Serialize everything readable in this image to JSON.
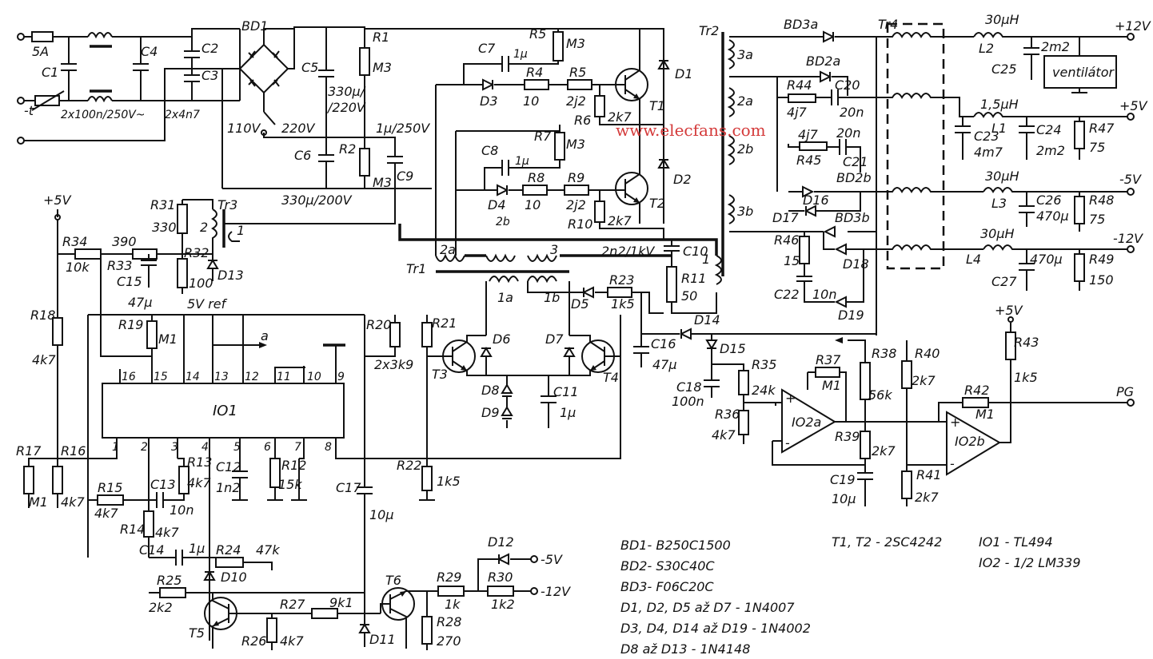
{
  "watermark": "www.elecfans.com",
  "components": {
    "fuse": "5A",
    "c1": "C1",
    "c2": "C2",
    "c3": "C3",
    "c4": "C4",
    "c_filter_val": "2x100n/250V~",
    "c_y_val": "2x4n7",
    "bd1": "BD1",
    "c5": "C5",
    "c5_val": "330μ/",
    "c5_val2": "/220V",
    "c6": "C6",
    "c6_val": "330μ/200V",
    "v110": "110V",
    "v220": "220V",
    "r1": "R1",
    "r1_val": "M3",
    "r2": "R2",
    "r2_val": "M3",
    "c9_val": "1μ/250V",
    "c9": "C9",
    "c7": "C7",
    "c7_val": "1μ",
    "r5_top": "R5",
    "r5_top_val": "M3",
    "d3": "D3",
    "r4": "R4",
    "r4_val": "10",
    "r5": "R5",
    "r5_val": "2j2",
    "t1": "T1",
    "r6": "R6",
    "r6_val": "2k7",
    "d1": "D1",
    "c8": "C8",
    "c8_val": "1μ",
    "r7": "R7",
    "r7_val": "M3",
    "d4": "D4",
    "r8": "R8",
    "r8_val": "10",
    "r9": "R9",
    "r9_val": "2j2",
    "t2": "T2",
    "r10": "R10",
    "r10_val": "2k7",
    "d2": "D2",
    "tr1": "Tr1",
    "tr1_2a": "2a",
    "tr1_2b": "2b",
    "tr1_3": "3",
    "tr1_1": "1",
    "c10_val": "2n2/1kV",
    "c10": "C10",
    "r11": "R11",
    "r11_val": "50",
    "tr2": "Tr2",
    "w3a": "3a",
    "w2a": "2a",
    "w2b": "2b",
    "w3b": "3b",
    "bd3a": "BD3a",
    "bd2a": "BD2a",
    "bd2b": "BD2b",
    "bd3b": "BD3b",
    "tr4": "Tr4",
    "r44": "R44",
    "r44_val": "4j7",
    "c20": "C20",
    "c20_val": "20n",
    "r45": "R45",
    "r45_val": "4j7",
    "c21": "C21",
    "c21_val": "20n",
    "d16": "D16",
    "d17": "D17",
    "d18": "D18",
    "d19": "D19",
    "r46": "R46",
    "r46_val": "15",
    "c22": "C22",
    "c22_val": "10n",
    "l2_val": "30μH",
    "l2": "L2",
    "c25": "C25",
    "c25_val": "2m2",
    "fan": "ventilátor",
    "l1_val": "1,5μH",
    "l1": "L1",
    "c23": "C23",
    "c23_val": "4m7",
    "c24": "C24",
    "c24_val": "2m2",
    "r47": "R47",
    "r47_val": "75",
    "l3_val": "30μH",
    "l3": "L3",
    "c26": "C26",
    "c26_val": "470μ",
    "r48": "R48",
    "r48_val": "75",
    "l4_val": "30μH",
    "l4": "L4",
    "c27": "C27",
    "c27_val": "470μ",
    "r49": "R49",
    "r49_val": "150",
    "out_p12": "+12V",
    "out_p5": "+5V",
    "out_m5": "-5V",
    "out_m12": "-12V",
    "vcc5": "+5V",
    "r34": "R34",
    "r34_val": "10k",
    "r33_val": "390",
    "r33": "R33",
    "r31": "R31",
    "r31_val": "330",
    "tr3": "Tr3",
    "tr3_2": "2",
    "tr3_1": "1",
    "r32": "R32",
    "r32_val": "100",
    "d13": "D13",
    "c15": "C15",
    "c15_val": "47μ",
    "vref": "5V ref",
    "r18": "R18",
    "r18_val": "4k7",
    "r19": "R19",
    "r19_val": "M1",
    "io1": "IO1",
    "node_a": "a",
    "r20": "R20",
    "r21": "R21",
    "r20_val": "2x3k9",
    "t3": "T3",
    "d6": "D6",
    "d7": "D7",
    "t4": "T4",
    "d8": "D8",
    "d9": "D9",
    "c11": "C11",
    "c11_val": "1μ",
    "w1a": "1a",
    "w1b": "1b",
    "d5": "D5",
    "r23": "R23",
    "r23_val": "1k5",
    "c16": "C16",
    "c16_val": "47μ",
    "d14": "D14",
    "d15": "D15",
    "c18": "C18",
    "c18_val": "100n",
    "r35": "R35",
    "r35_val": "24k",
    "r36": "R36",
    "r36_val": "4k7",
    "r37": "R37",
    "r37_val": "M1",
    "io2a": "IO2a",
    "io2b": "IO2b",
    "r38": "R38",
    "r38_val": "56k",
    "r39": "R39",
    "r39_val": "2k7",
    "c19": "C19",
    "c19_val": "10μ",
    "r40": "R40",
    "r40_val": "2k7",
    "r41": "R41",
    "r41_val": "2k7",
    "r42": "R42",
    "r42_val": "M1",
    "r43": "R43",
    "r43_val": "1k5",
    "vcc5b": "+5V",
    "pg": "PG",
    "r17": "R17",
    "r17_val": "M1",
    "r16": "R16",
    "r16_val": "4k7",
    "r15": "R15",
    "r15_val": "4k7",
    "r14": "R14",
    "r14_val": "4k7",
    "c13": "C13",
    "c13_val": "10n",
    "r13": "R13",
    "r13_val": "4k7",
    "c12": "C12",
    "c12_val": "1n2",
    "r12": "R12",
    "r12_val": "15k",
    "r22": "R22",
    "r22_val": "1k5",
    "c17": "C17",
    "c17_val": "10μ",
    "c14": "C14",
    "c14_val": "1μ",
    "r24": "R24",
    "r24_val": "47k",
    "d10": "D10",
    "r25": "R25",
    "r25_val": "2k2",
    "t5": "T5",
    "r26": "R26",
    "r26_val": "4k7",
    "r27": "R27",
    "r27_val": "9k1",
    "d11": "D11",
    "t6": "T6",
    "r29": "R29",
    "r29_val": "1k",
    "r30": "R30",
    "r30_val": "1k2",
    "r28": "R28",
    "r28_val": "270",
    "d12": "D12",
    "in_m5": "-5V",
    "in_m12": "-12V"
  },
  "pins": {
    "p1": "1",
    "p2": "2",
    "p3": "3",
    "p4": "4",
    "p5": "5",
    "p6": "6",
    "p7": "7",
    "p8": "8",
    "p9": "9",
    "p10": "10",
    "p11": "11",
    "p12": "12",
    "p13": "13",
    "p14": "14",
    "p15": "15",
    "p16": "16"
  },
  "legend": {
    "bd1": "BD1- B250C1500",
    "bd2": "BD2- S30C40C",
    "bd3": "BD3- F06C20C",
    "d_a": "D1, D2, D5 až D7 - 1N4007",
    "d_b": "D3, D4, D14 až D19 - 1N4002",
    "d_c": "D8 až D13 - 1N4148",
    "t": "T1, T2 - 2SC4242",
    "io1": "IO1 - TL494",
    "io2": "IO2 - 1/2 LM339"
  }
}
